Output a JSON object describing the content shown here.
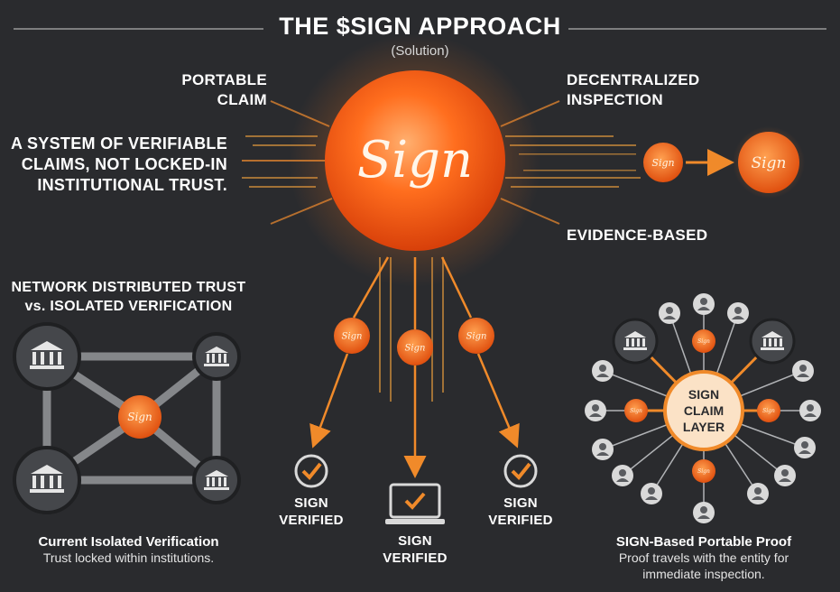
{
  "header": {
    "title": "THE $SIGN APPROACH",
    "subtitle": "(Solution)"
  },
  "main": {
    "logo_text": "Sign",
    "label_portable": [
      "PORTABLE",
      "CLAIM"
    ],
    "label_decentralized": [
      "DECENTRALIZED",
      "INSPECTION"
    ],
    "label_evidence": "EVIDENCE-BASED",
    "tagline": [
      "A SYSTEM OF VERIFIABLE",
      "CLAIMS, NOT LOCKED-IN",
      "INSTITUTIONAL TRUST."
    ]
  },
  "left_panel": {
    "heading": [
      "NETWORK DISTRIBUTED TRUST",
      "vs. ISOLATED VERIFICATION"
    ],
    "caption_title": "Current Isolated Verification",
    "caption_sub": "Trust locked within institutions."
  },
  "verified": {
    "left": [
      "SIGN",
      "VERIFIED"
    ],
    "center": [
      "SIGN",
      "VERIFIED"
    ],
    "right": [
      "SIGN",
      "VERIFIED"
    ]
  },
  "right_panel": {
    "hub": [
      "SIGN",
      "CLAIM",
      "LAYER"
    ],
    "caption_title": "SIGN-Based Portable Proof",
    "caption_sub": [
      "Proof travels with the entity for",
      "immediate inspection."
    ]
  },
  "colors": {
    "background": "#2a2b2e",
    "accent": "#f07a1a",
    "orb": "#ff6a1a",
    "node": "#5a5c60"
  }
}
